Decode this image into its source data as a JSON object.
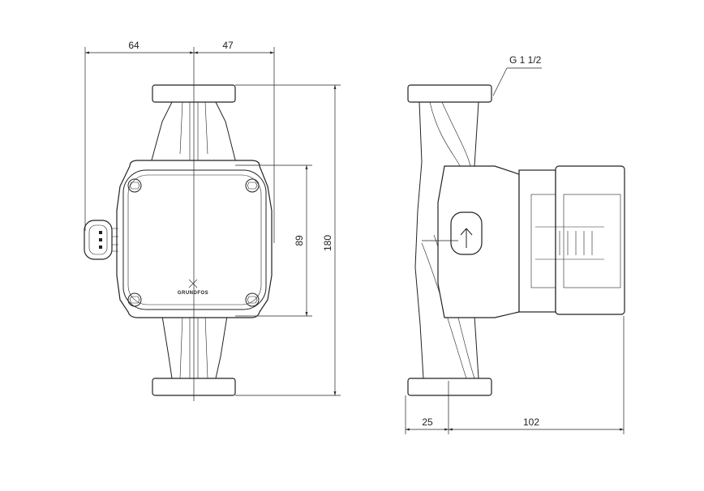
{
  "title": "Pump dimensional drawing",
  "dimensions": {
    "front_left_width": "64",
    "front_right_width": "47",
    "control_box_height": "89",
    "total_height": "180",
    "side_front_depth": "25",
    "side_rear_depth": "102",
    "thread": "G 1 1/2"
  },
  "logo": "GRUNDFOS"
}
